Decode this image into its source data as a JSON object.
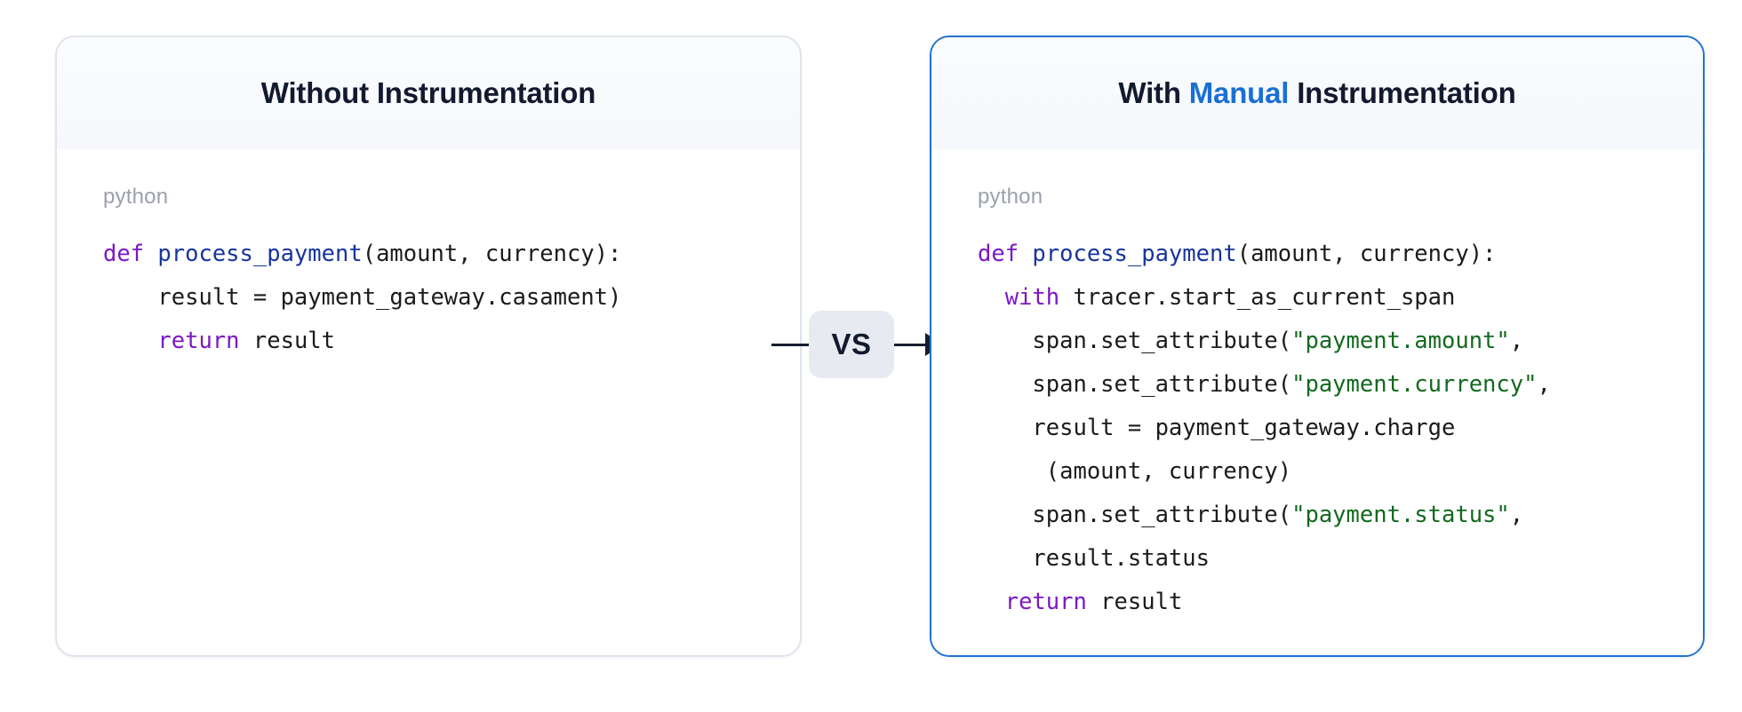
{
  "panels": [
    {
      "id": "without-instrumentation",
      "title_plain": "Without Instrumentation",
      "title_prefix": "Without Instrumentation",
      "title_accent": "",
      "title_suffix": "",
      "language_label": "python",
      "accent": false,
      "border_color": "#dfe3ec",
      "code_lines": [
        [
          {
            "t": "def ",
            "c": "kw"
          },
          {
            "t": "process_payment",
            "c": "fn"
          },
          {
            "t": "(amount, currency):",
            "c": "plain"
          }
        ],
        [
          {
            "t": "    result = payment_gateway.casament)",
            "c": "plain"
          }
        ],
        [
          {
            "t": "    ",
            "c": "plain"
          },
          {
            "t": "return",
            "c": "kw"
          },
          {
            "t": " result",
            "c": "plain"
          }
        ]
      ]
    },
    {
      "id": "with-manual-instrumentation",
      "title_plain": "With Manual Instrumentation",
      "title_prefix": "With ",
      "title_accent": "Manual",
      "title_suffix": " Instrumentation",
      "language_label": "python",
      "accent": true,
      "border_color": "#2272cf",
      "code_lines": [
        [
          {
            "t": "def ",
            "c": "kw"
          },
          {
            "t": "process_payment",
            "c": "fn"
          },
          {
            "t": "(amount, currency):",
            "c": "plain"
          }
        ],
        [
          {
            "t": "  ",
            "c": "plain"
          },
          {
            "t": "with",
            "c": "kw"
          },
          {
            "t": " tracer.start_as_current_span",
            "c": "plain"
          }
        ],
        [
          {
            "t": "    span.set_attribute(",
            "c": "plain"
          },
          {
            "t": "\"payment.amount\"",
            "c": "str"
          },
          {
            "t": ",",
            "c": "plain"
          }
        ],
        [
          {
            "t": "    span.set_attribute(",
            "c": "plain"
          },
          {
            "t": "\"payment.currency\"",
            "c": "str"
          },
          {
            "t": ",",
            "c": "plain"
          }
        ],
        [
          {
            "t": "    result = payment_gateway.charge",
            "c": "plain"
          }
        ],
        [
          {
            "t": "     (amount, currency)",
            "c": "plain"
          }
        ],
        [
          {
            "t": "    span.set_attribute(",
            "c": "plain"
          },
          {
            "t": "\"payment.status\"",
            "c": "str"
          },
          {
            "t": ",",
            "c": "plain"
          }
        ],
        [
          {
            "t": "    result.status",
            "c": "plain"
          }
        ],
        [
          {
            "t": "  ",
            "c": "plain"
          },
          {
            "t": "return",
            "c": "kw"
          },
          {
            "t": " result",
            "c": "plain"
          }
        ]
      ]
    }
  ],
  "connector": {
    "badge_label": "VS",
    "badge_bg": "#e7eaf1",
    "line_color": "#151d2e"
  },
  "colors": {
    "accent_blue": "#1a6fd4",
    "panel_border_accent": "#2272cf",
    "panel_border_plain": "#dfe3ec",
    "keyword_purple": "#7b18c4",
    "function_blue": "#17359c",
    "string_green": "#13691f",
    "text_dark": "#111a2e",
    "lang_label_gray": "#9aa1ad"
  }
}
